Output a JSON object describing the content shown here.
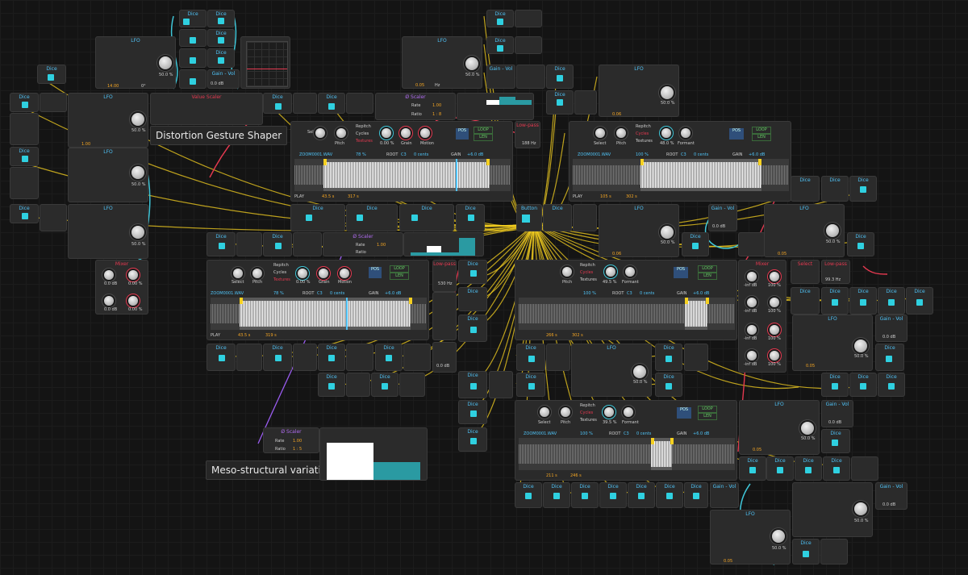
{
  "notes": {
    "distortion": "Distortion Gesture Shaper",
    "meso": "Meso-structural variation"
  },
  "module_titles": {
    "dice": "Dice",
    "lfo": "LFO",
    "gain_vol": "Gain - Vol",
    "value_scaler": "Value Scaler",
    "phi_scaler": "Ø Scaler",
    "mixer": "Mixer",
    "lowpass": "Low-pass",
    "button": "Button",
    "select": "Select"
  },
  "lfo_values": {
    "depth": "50.0 %",
    "freq_a": "14.00",
    "freq_b": "0.05",
    "freq_c": "0.06",
    "freq_d": "1.00",
    "phase": "0°",
    "hz": "Hz"
  },
  "gain": {
    "value": "0.0 dB"
  },
  "mixer_values": {
    "a": "0.0 dB",
    "b": "0.00 %",
    "c": "0.0 dB",
    "d": "0.00 %",
    "inf": "-inf dB",
    "pct": "100 %"
  },
  "scaler": {
    "rate": "Rate",
    "ratio": "Ratio",
    "rate_val": "1.00",
    "ratio_val": "1 : 8",
    "ratio_val2": "1 : 5"
  },
  "lowpass": {
    "freq": "188 Hz",
    "freq2": "530 Hz",
    "freq3": "99.3 Hz"
  },
  "sampler": {
    "repitch": "Repitch",
    "cycles": "Cycles",
    "textures": "Textures",
    "select": "Select",
    "pitch": "Pitch",
    "grain": "Grain",
    "motion": "Motion",
    "formant": "Formant",
    "pos": "POS",
    "loop": "LOOP",
    "len": "LEN",
    "play": "PLAY",
    "root": "ROOT",
    "root_note": "C3",
    "cents": "0 cents",
    "gain_label": "GAIN",
    "gain_val": "+6.0 dB",
    "file": "ZOOM0001.WAV",
    "s1": {
      "zoom": "78 %",
      "pitch": "0.00 %",
      "pos_a": "43.5 s",
      "pos_b": "317 s"
    },
    "s2": {
      "zoom": "100 %",
      "pitch": "48.0 %",
      "pos_a": "105 s",
      "pos_b": "302 s"
    },
    "s3": {
      "zoom": "78 %",
      "pitch": "0.00 %",
      "pos_a": "43.5 s",
      "pos_b": "319 s"
    },
    "s4": {
      "zoom": "100 %",
      "pitch": "49.5 %",
      "pos_a": "266 s",
      "pos_b": "302 s"
    },
    "s5": {
      "zoom": "100 %",
      "pitch": "39.5 %",
      "pos_a": "211 s",
      "pos_b": "246 s"
    }
  },
  "colors": {
    "accent": "#2fd0e0",
    "wire_yellow": "#f5d020",
    "wire_red": "#e53950",
    "wire_cyan": "#3fc7d9",
    "wire_purple": "#9a5cf0"
  }
}
